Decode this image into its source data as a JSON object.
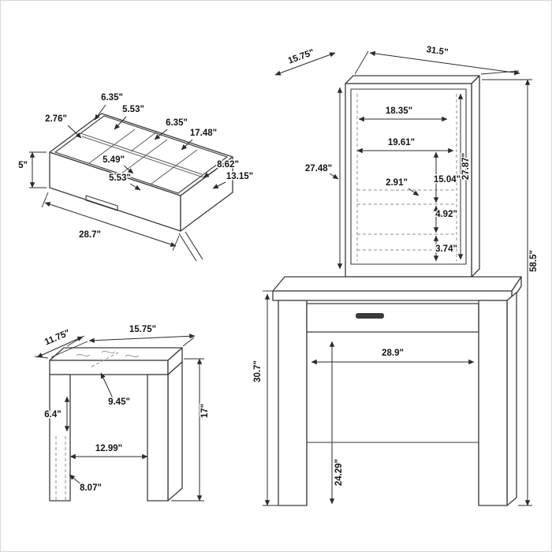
{
  "style": {
    "background": "#ffffff",
    "ink": "#2b2b2b",
    "hidden_line": "#8f8f8f",
    "frame_border": "#d8d8d8"
  },
  "drawer": {
    "labels": {
      "h_276": "2.76\"",
      "w_635a": "6.35\"",
      "w_553a": "5.53\"",
      "w_635b": "6.35\"",
      "d_1748": "17.48\"",
      "h_5": "5\"",
      "w_549": "5.49\"",
      "w_553b": "5.53\"",
      "w_862": "8.62\"",
      "d_1315": "13.15\"",
      "width_287": "28.7\""
    }
  },
  "vanity": {
    "labels": {
      "depth_1575": "15.75\"",
      "width_315": "31.5\"",
      "w_1835": "18.35\"",
      "w_1961": "19.61\"",
      "h_2787": "27.87\"",
      "h_2748": "27.48\"",
      "g_291": "2.91\"",
      "h_1504": "15.04\"",
      "h_492": "4.92\"",
      "h_374": "3.74\"",
      "total_h_585": "58.5\"",
      "w_289": "28.9\"",
      "h_307": "30.7\"",
      "h_2429": "24.29\""
    }
  },
  "stool": {
    "labels": {
      "depth_1175": "11.75\"",
      "width_1575": "15.75\"",
      "d_945": "9.45\"",
      "h_64": "6.4\"",
      "h_17": "17\"",
      "w_1299": "12.99\"",
      "w_807": "8.07\""
    }
  }
}
